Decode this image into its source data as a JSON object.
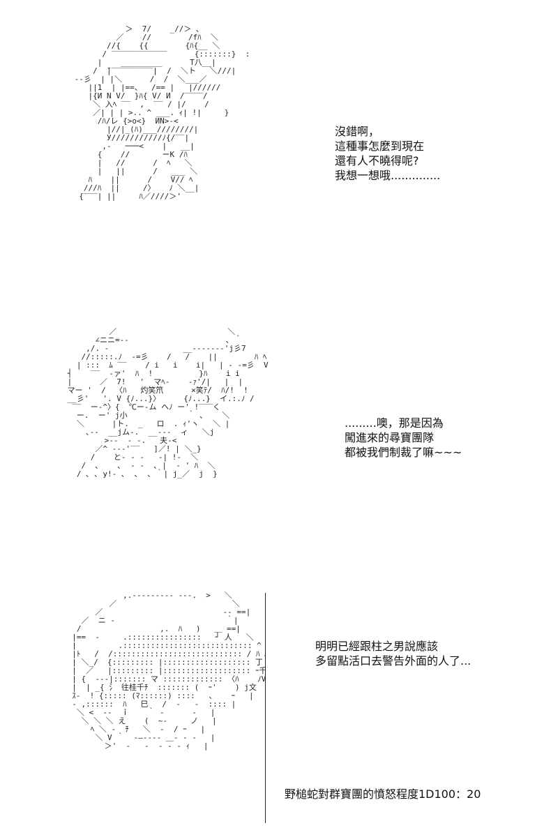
{
  "panels": [
    {
      "speech": [
        "沒錯啊，",
        "這種事怎麼到現在",
        "還有人不曉得呢?",
        "我想一想哦.............."
      ]
    },
    {
      "speech": [
        ".........噢，那是因為",
        "闖進來的尋寶團隊",
        "都被我們制裁了嘛~~~"
      ]
    },
    {
      "speech": [
        "明明已經跟柱之男說應該",
        "多留點活口去警告外面的人了..."
      ],
      "caption": "野槌蛇對群寶團的憤怒程度1D100：20"
    }
  ]
}
